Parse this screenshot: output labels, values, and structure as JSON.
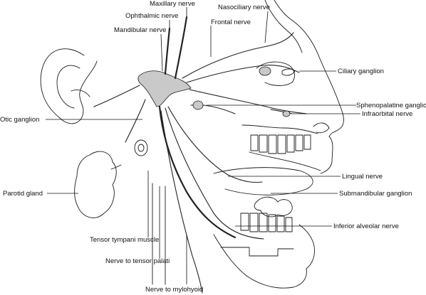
{
  "labels": {
    "maxillary": "Maxillary nerve",
    "ophthalmic": "Ophthalmic nerve",
    "mandibular": "Mandibular nerve",
    "nasociliary": "Nasociliary nerve",
    "frontal": "Frontal nerve",
    "ciliary": "Ciliary ganglion",
    "otic": "Otic ganglion",
    "sphenopalatine": "Sphenopalatine ganglion",
    "infraorbital": "Infraorbital nerve",
    "lingual": "Lingual nerve",
    "parotid": "Parotid gland",
    "submandibular": "Submandibular ganglion",
    "inferior_alveolar": "Inferior alveolar nerve",
    "tensor_tympani": "Tensor tympani muscle",
    "tensor_palati": "Nerve to tensor palati",
    "mylohyoid": "Nerve to mylohyoid"
  }
}
